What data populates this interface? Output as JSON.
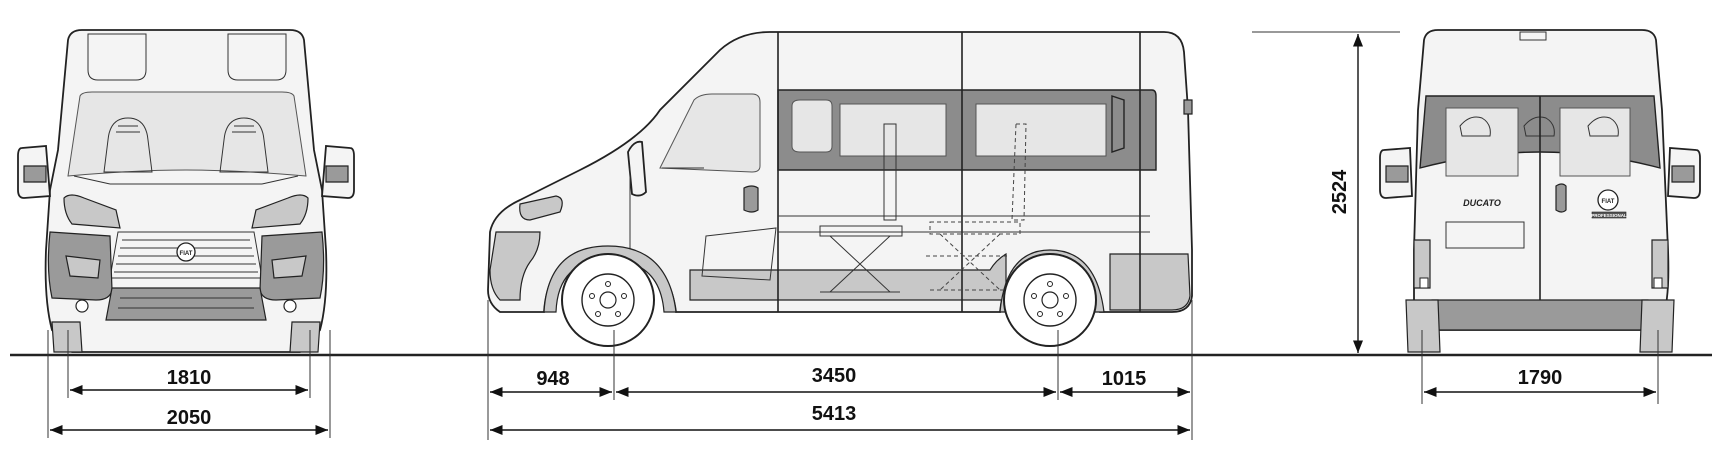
{
  "dimensions": {
    "front_track": "1810",
    "front_width": "2050",
    "front_overhang": "948",
    "wheelbase": "3450",
    "rear_overhang": "1015",
    "overall_length": "5413",
    "overall_height": "2524",
    "rear_track": "1790"
  },
  "badges": {
    "model_script": "DUCATO",
    "front_logo": "FIAT",
    "rear_logo": "FIAT",
    "rear_sub_badge": "PROFESSIONAL"
  },
  "colors": {
    "line": "#222222",
    "shade_dark": "#9a9a9a",
    "shade_mid": "#c8c8c8",
    "background": "#ffffff"
  }
}
